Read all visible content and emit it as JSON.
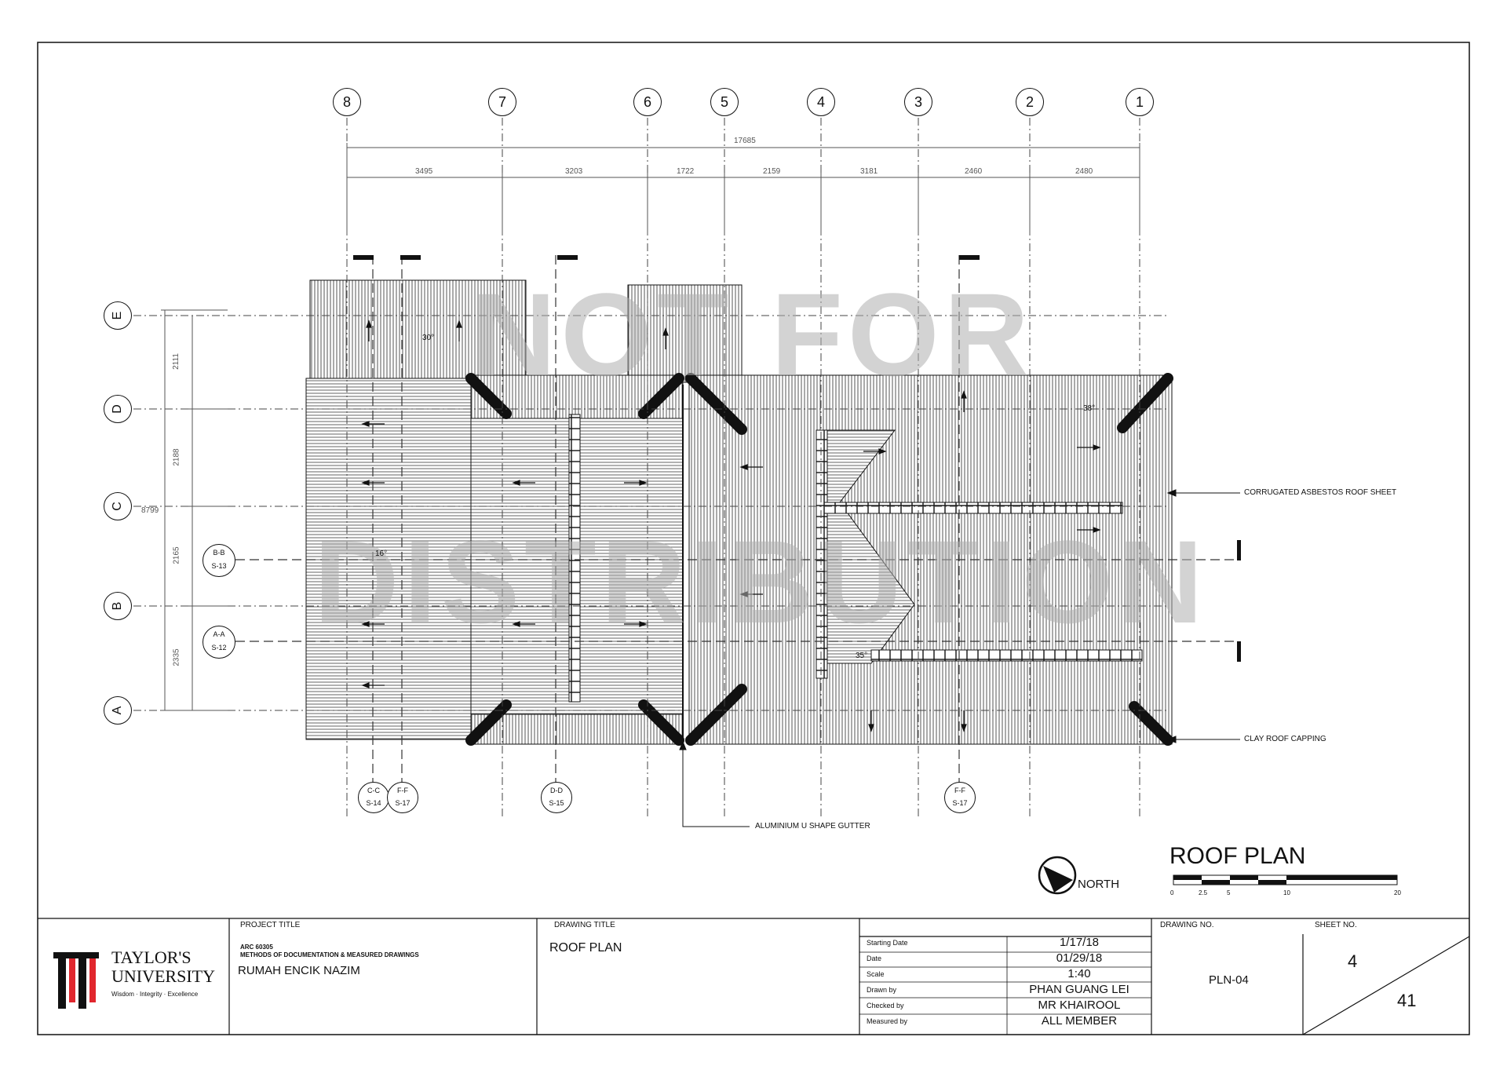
{
  "grid_columns": [
    "8",
    "7",
    "6",
    "5",
    "4",
    "3",
    "2",
    "1"
  ],
  "grid_rows": [
    "E",
    "D",
    "C",
    "B",
    "A"
  ],
  "dimensions": {
    "overall": "17685",
    "bays": [
      "3495",
      "3203",
      "1722",
      "2159",
      "3181",
      "2460",
      "2480"
    ],
    "rows_overall": "8799",
    "rows": [
      "2111",
      "2188",
      "2165",
      "2335"
    ]
  },
  "section_markers": {
    "left": [
      {
        "code": "B-B",
        "sheet": "S-13"
      },
      {
        "code": "A-A",
        "sheet": "S-12"
      }
    ],
    "bottom": [
      {
        "code": "C-C",
        "sheet": "S-14"
      },
      {
        "code": "F-F",
        "sheet": "S-17"
      },
      {
        "code": "D-D",
        "sheet": "S-15"
      },
      {
        "code": "F-F",
        "sheet": "S-17"
      }
    ]
  },
  "slope_labels": [
    "16°",
    "30°",
    "35°",
    "38°"
  ],
  "callouts": {
    "roof_sheet": "CORRUGATED ASBESTOS ROOF SHEET",
    "capping": "CLAY ROOF CAPPING",
    "gutter": "ALUMINIUM U SHAPE GUTTER"
  },
  "watermark": [
    "NOT FOR",
    "DISTRIBUTION"
  ],
  "north_label": "NORTH",
  "plan_title": "ROOF PLAN",
  "scale_bar_ticks": [
    "0",
    "2.5",
    "5",
    "10",
    "20"
  ],
  "title_block": {
    "logo": {
      "name": "TAYLOR'S",
      "sub": "UNIVERSITY",
      "motto": "Wisdom · Integrity · Excellence"
    },
    "project_title_label": "PROJECT TITLE",
    "course_code": "ARC 60305",
    "course_name": "METHODS OF DOCUMENTATION & MEASURED DRAWINGS",
    "project_name": "RUMAH ENCIK NAZIM",
    "drawing_title_label": "DRAWING TITLE",
    "drawing_title": "ROOF PLAN",
    "fields": [
      {
        "label": "Starting Date",
        "value": "1/17/18"
      },
      {
        "label": "Date",
        "value": "01/29/18"
      },
      {
        "label": "Scale",
        "value": "1:40"
      },
      {
        "label": "Drawn by",
        "value": "PHAN GUANG LEI"
      },
      {
        "label": "Checked by",
        "value": "MR KHAIROOL"
      },
      {
        "label": "Measured by",
        "value": "ALL MEMBER"
      }
    ],
    "drawing_no_label": "DRAWING NO.",
    "drawing_no": "PLN-04",
    "sheet_no_label": "SHEET NO.",
    "sheet_no": "4",
    "sheet_total": "41"
  },
  "colors": {
    "line": "#111111",
    "watermark": "#b0b0b0",
    "logo_red": "#e1262d"
  }
}
